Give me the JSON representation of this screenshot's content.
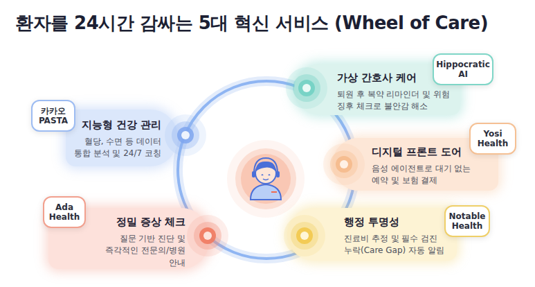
{
  "diagram": {
    "title": "환자를 24시간 감싸는 5대 혁신 서비스 (Wheel of Care)",
    "nodes": [
      {
        "text": [
          "가상 간호사 케어",
          "퇴원 후 복약 리마인더 및 위험 징후 체크로 불안감 해소"
        ]
      },
      {
        "text": [
          "Hippocratic AI"
        ],
        "in": 0
      },
      {
        "text": [
          "지능형 건강 관리",
          "혈당, 수면 등 데이터 통합 분석 및 24/7 코칭"
        ]
      },
      {
        "text": [
          "카카오 PASTA"
        ],
        "in": 2
      },
      {
        "text": [
          "디지털 프론트 도어",
          "음성 에이전트로 대기 없는 예약 및 보험 결제"
        ]
      },
      {
        "text": [
          "Yosi Health"
        ],
        "in": 4
      },
      {
        "text": [
          "정밀 증상 체크",
          "질문 기반 진단 및 즉각적인 전문의/병원 안내"
        ]
      },
      {
        "text": [
          "Ada Health"
        ],
        "in": 6
      },
      {
        "text": [
          "행정 투명성",
          "진료비 추정 및 필수 검진 누락(Care Gap) 자동 알림"
        ]
      },
      {
        "text": [
          "Notable Health"
        ],
        "in": 8
      }
    ]
  }
}
